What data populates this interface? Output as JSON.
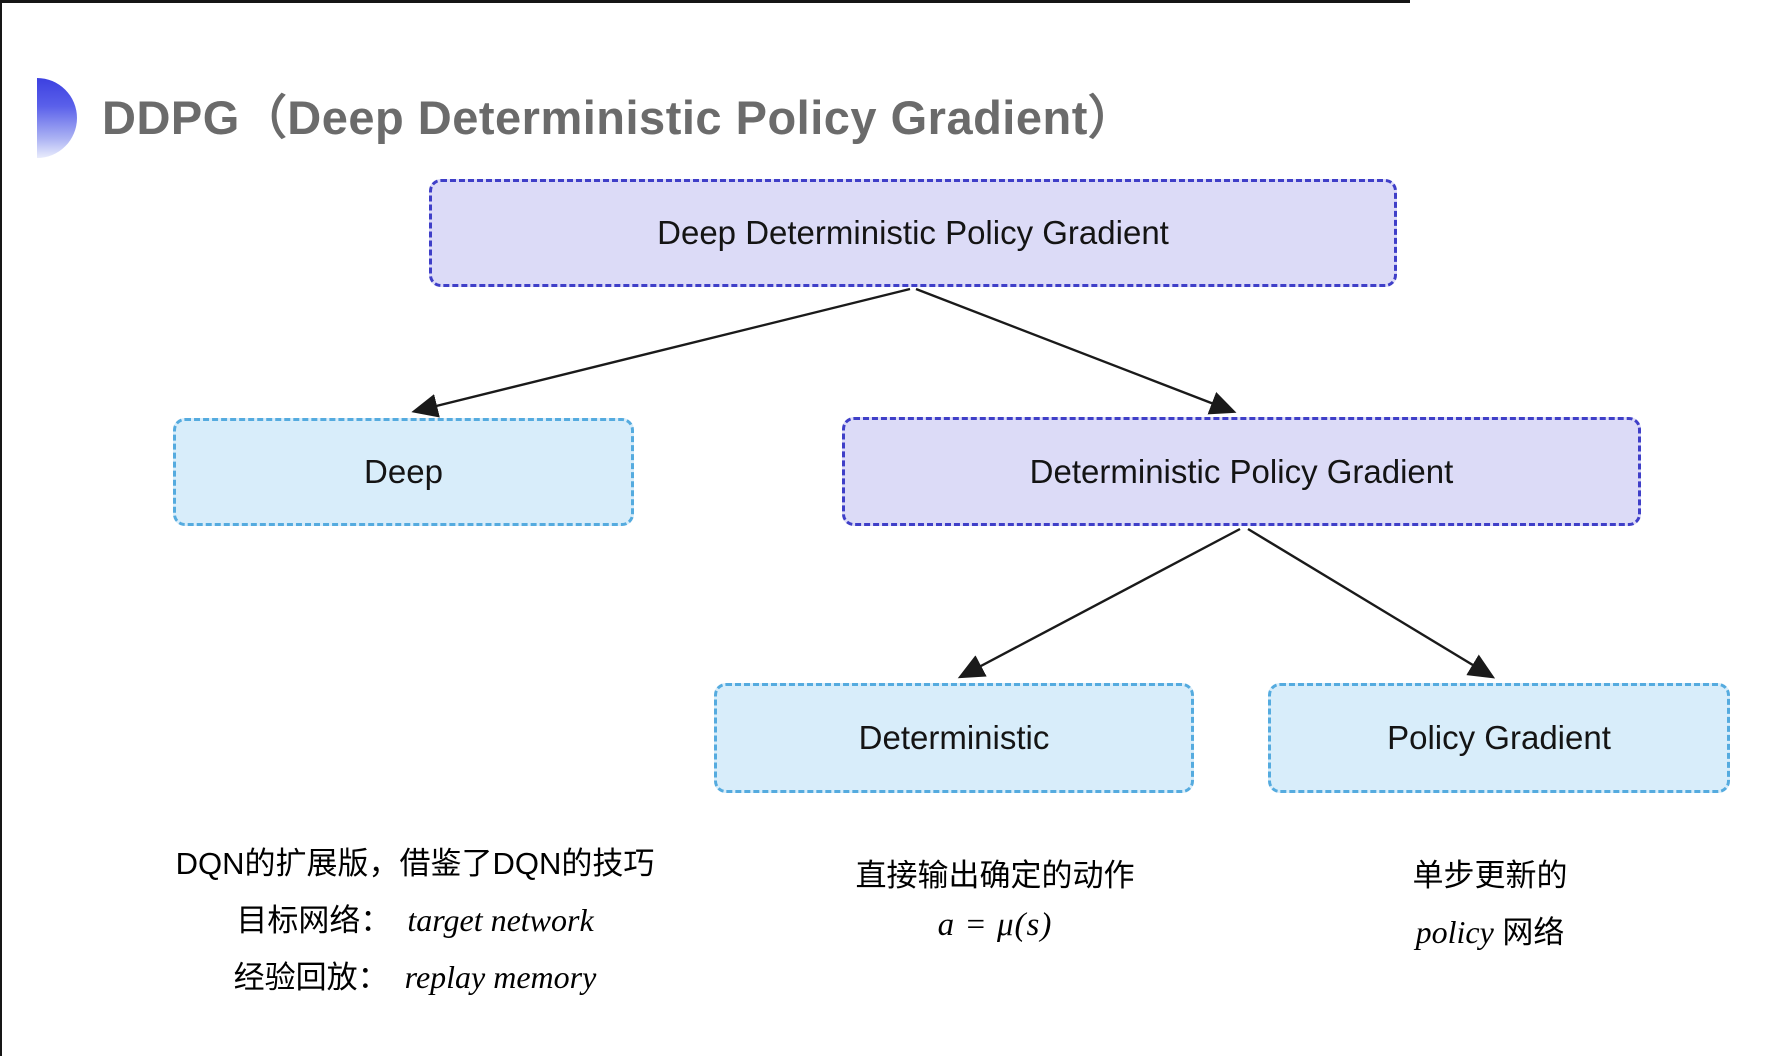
{
  "title": {
    "text": "DDPG（Deep Deterministic Policy Gradient）",
    "bullet_icon": "half-circle-gradient-icon"
  },
  "colors": {
    "purple_fill": "#dcdbf7",
    "purple_border": "#3f3fc8",
    "blue_fill": "#d8edfa",
    "blue_border": "#55abdf",
    "title_gray": "#6b6b6b",
    "arrow_black": "#1a1a1a",
    "bullet_gradient_top": "#3c40e0",
    "bullet_gradient_bottom": "#e9ecfc"
  },
  "diagram": {
    "nodes": {
      "root": {
        "label": "Deep Deterministic Policy Gradient",
        "variant": "purple"
      },
      "deep": {
        "label": "Deep",
        "variant": "blue"
      },
      "dpg": {
        "label": "Deterministic Policy Gradient",
        "variant": "purple"
      },
      "deterministic": {
        "label": "Deterministic",
        "variant": "blue"
      },
      "policy_gradient": {
        "label": "Policy Gradient",
        "variant": "blue"
      }
    },
    "edges": [
      {
        "from": "root",
        "to": "deep"
      },
      {
        "from": "root",
        "to": "dpg"
      },
      {
        "from": "dpg",
        "to": "deterministic"
      },
      {
        "from": "dpg",
        "to": "policy_gradient"
      }
    ]
  },
  "annotations": {
    "deep": {
      "line1": "DQN的扩展版，借鉴了DQN的技巧",
      "line2_label": "目标网络：",
      "line2_value": "target network",
      "line3_label": "经验回放：",
      "line3_value": "replay memory"
    },
    "deterministic": {
      "line1": "直接输出确定的动作",
      "formula": "a = μ(s)"
    },
    "policy_gradient": {
      "line1": "单步更新的",
      "line2_en": "policy",
      "line2_zh": "网络"
    }
  }
}
